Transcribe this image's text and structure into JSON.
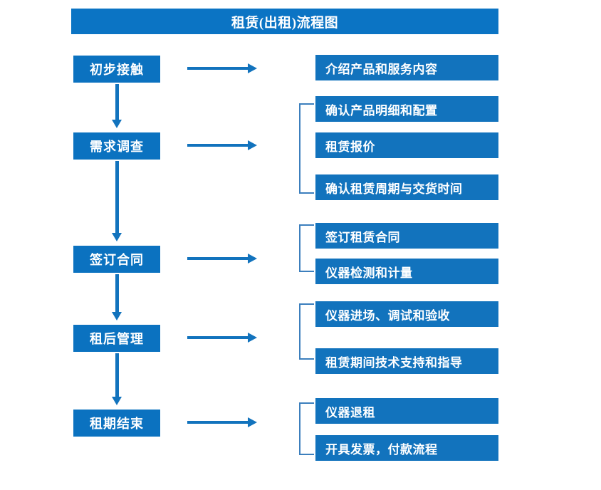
{
  "chart_data": {
    "type": "diagram",
    "title": "租赁(出租)流程图",
    "stages": [
      {
        "label": "初步接触",
        "details": [
          "介绍产品和服务内容"
        ]
      },
      {
        "label": "需求调查",
        "details": [
          "确认产品明细和配置",
          "租赁报价",
          "确认租赁周期与交货时间"
        ]
      },
      {
        "label": "签订合同",
        "details": [
          "签订租赁合同",
          "仪器检测和计量"
        ]
      },
      {
        "label": "租后管理",
        "details": [
          "仪器进场、调试和验收",
          "租赁期间技术支持和指导"
        ]
      },
      {
        "label": "租期结束",
        "details": [
          "仪器退租",
          "开具发票，付款流程"
        ]
      }
    ]
  },
  "title": {
    "text": "租赁(出租)流程图"
  },
  "stages": [
    {
      "label": "初步接触"
    },
    {
      "label": "需求调查"
    },
    {
      "label": "签订合同"
    },
    {
      "label": "租后管理"
    },
    {
      "label": "租期结束"
    }
  ],
  "details": [
    {
      "label": "介绍产品和服务内容"
    },
    {
      "label": "确认产品明细和配置"
    },
    {
      "label": "租赁报价"
    },
    {
      "label": "确认租赁周期与交货时间"
    },
    {
      "label": "签订租赁合同"
    },
    {
      "label": "仪器检测和计量"
    },
    {
      "label": "仪器进场、调试和验收"
    },
    {
      "label": "租赁期间技术支持和指导"
    },
    {
      "label": "仪器退租"
    },
    {
      "label": "开具发票，付款流程"
    }
  ],
  "colors": {
    "title_bar": "#0b74c4",
    "stage_box": "#0b72c0",
    "detail_box": "#1273bd",
    "arrow": "#1273bd",
    "bracket": "#3c7fbd",
    "text": "#ffffff",
    "background": "#ffffff"
  }
}
